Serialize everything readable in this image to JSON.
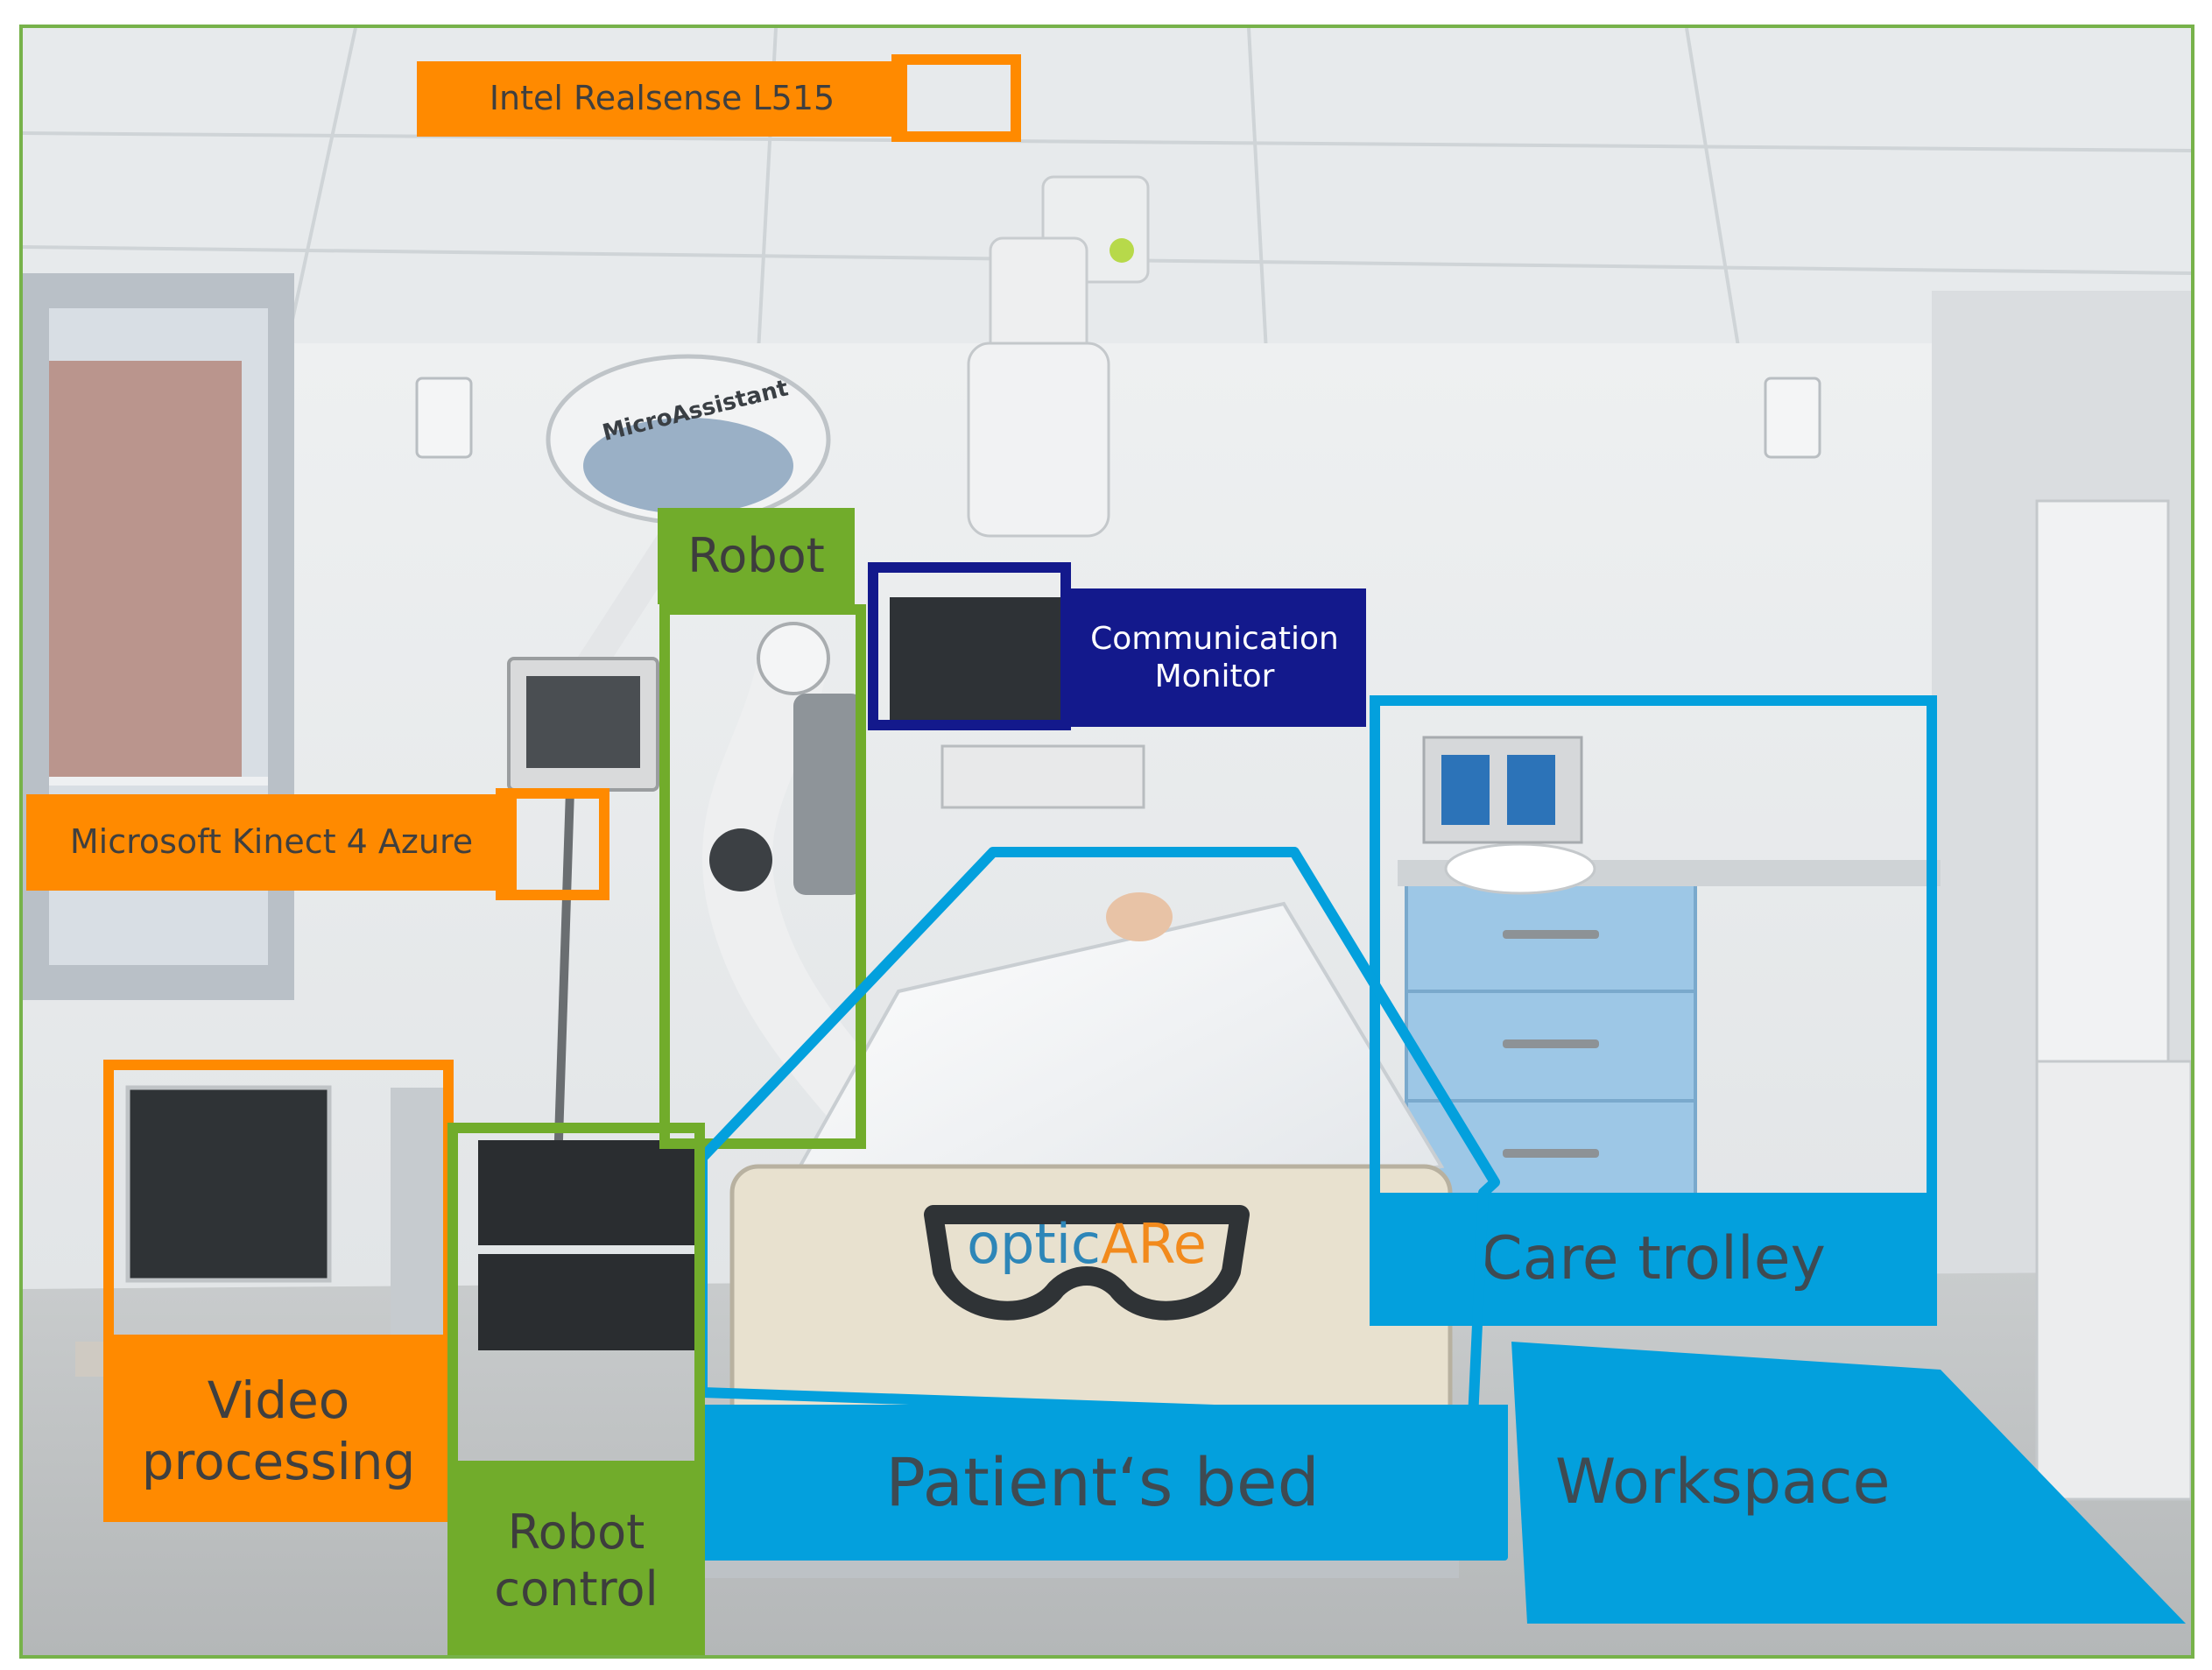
{
  "labels": {
    "intel_camera": "Intel Realsense L515",
    "kinect_camera": "Microsoft Kinect 4 Azure",
    "robot": "Robot",
    "communication_monitor": "Communication\nMonitor",
    "video_processing": "Video\nprocessing",
    "robot_control": "Robot\ncontrol",
    "patients_bed": "Patient‘s bed",
    "care_trolley": "Care trolley",
    "workspace": "Workspace"
  },
  "scene_text": {
    "lamp_brand": "MicroAssistant",
    "bed_logo_prefix": "optic",
    "bed_logo_highlight": "ARe"
  },
  "colors": {
    "orange": "#ff8a00",
    "green": "#71ac2b",
    "blue": "#03a0dd",
    "navy": "#13198c",
    "frame_border": "#77b24a"
  }
}
